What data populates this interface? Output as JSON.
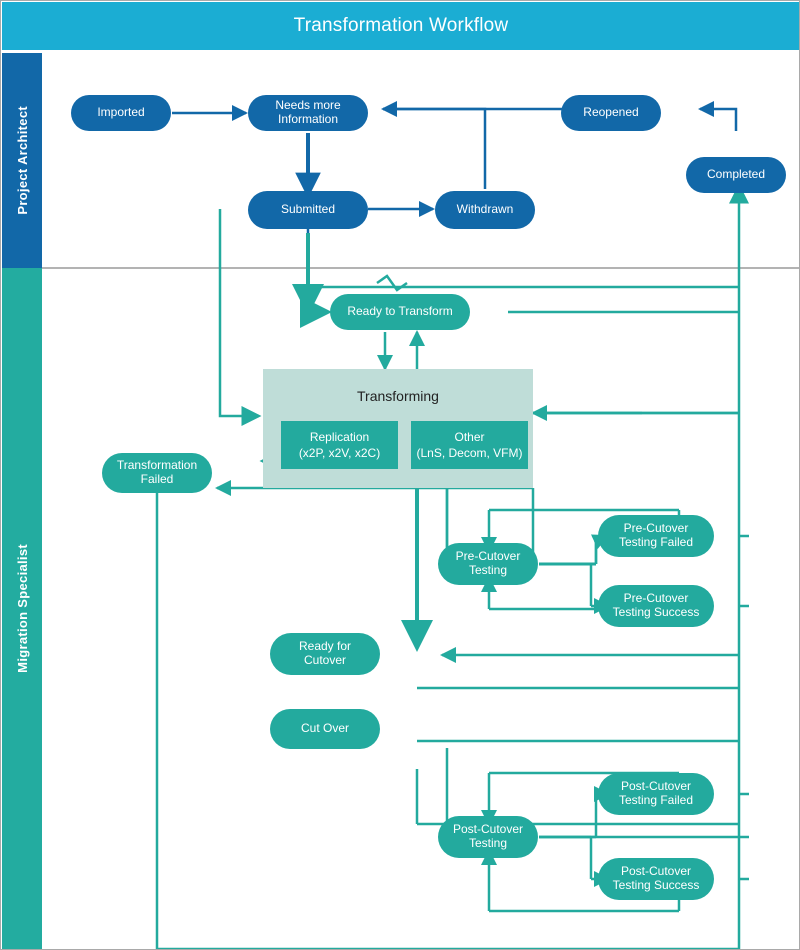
{
  "header": {
    "title": "Transformation Workflow"
  },
  "colors": {
    "header_bg": "#1badd3",
    "lane_architect_bg": "#1268a8",
    "lane_specialist_bg": "#23aca0",
    "node_blue": "#1268a8",
    "node_teal": "#23aa9e",
    "group_bg": "#bfddd8",
    "connector": "#23aa9e",
    "connector_blue": "#1268a8",
    "border": "#a9a9a9"
  },
  "lanes": [
    {
      "id": "project-architect",
      "label": "Project Architect"
    },
    {
      "id": "migration-specialist",
      "label": "Migration Specialist"
    }
  ],
  "nodes": {
    "imported": "Imported",
    "needs_more_information": "Needs more\nInformation",
    "reopened": "Reopened",
    "completed": "Completed",
    "submitted": "Submitted",
    "withdrawn": "Withdrawn",
    "ready_to_transform": "Ready to Transform",
    "transforming": "Transforming",
    "replication": "Replication\n(x2P, x2V, x2C)",
    "other": "Other\n(LnS, Decom, VFM)",
    "transformation_failed": "Transformation\nFailed",
    "pre_cutover_testing": "Pre-Cutover\nTesting",
    "pre_cutover_testing_failed": "Pre-Cutover\nTesting Failed",
    "pre_cutover_testing_success": "Pre-Cutover\nTesting Success",
    "ready_for_cutover": "Ready for\nCutover",
    "cut_over": "Cut Over",
    "post_cutover_testing": "Post-Cutover\nTesting",
    "post_cutover_testing_failed": "Post-Cutover\nTesting Failed",
    "post_cutover_testing_success": "Post-Cutover\nTesting Success"
  }
}
